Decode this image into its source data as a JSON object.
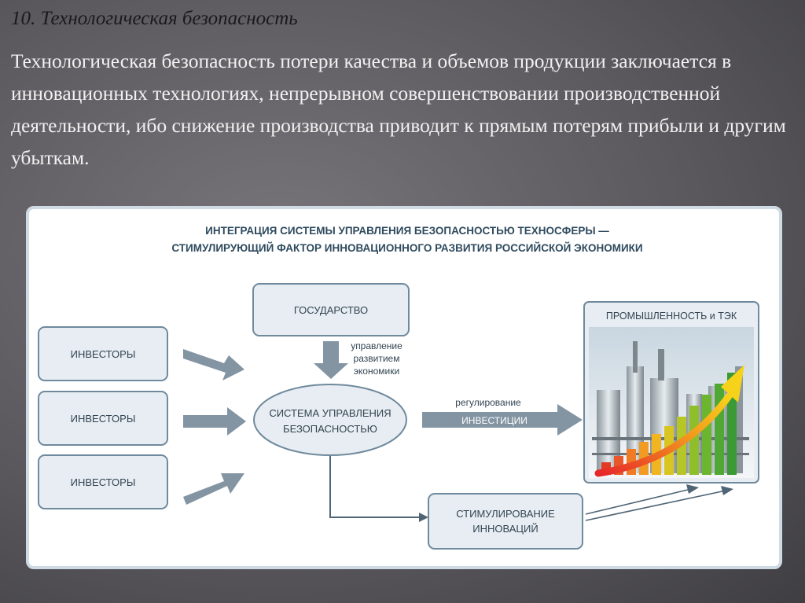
{
  "slide": {
    "title": "10. Технологическая безопасность",
    "body": "Технологическая безопасность потери качества и объемов продукции заключается в инновационных технологиях, непрерывном совершенствовании производственной деятельности, ибо снижение производства приводит к прямым потерям прибыли и другим убыткам."
  },
  "diagram": {
    "header_line1": "ИНТЕГРАЦИЯ СИСТЕМЫ УПРАВЛЕНИЯ БЕЗОПАСНОСТЬЮ  ТЕХНОСФЕРЫ —",
    "header_line2": "СТИМУЛИРУЮЩИЙ ФАКТОР ИННОВАЦИОННОГО РАЗВИТИЯ РОССИЙСКОЙ ЭКОНОМИКИ",
    "state": "ГОСУДАРСТВО",
    "investor_1": "ИНВЕСТОРЫ",
    "investor_2": "ИНВЕСТОРЫ",
    "investor_3": "ИНВЕСТОРЫ",
    "mgmt_line1": "управление",
    "mgmt_line2": "развитием",
    "mgmt_line3": "экономики",
    "system_line1": "СИСТЕМА УПРАВЛЕНИЯ",
    "system_line2": "БЕЗОПАСНОСТЬЮ",
    "regulation": "регулирование",
    "investments": "ИНВЕСТИЦИИ",
    "industry": "ПРОМЫШЛЕННОСТЬ и ТЭК",
    "stim_line1": "СТИМУЛИРОВАНИЕ",
    "stim_line2": "ИННОВАЦИЙ"
  },
  "colors": {
    "box_fill": "#e7edf2",
    "box_stroke": "#6f8a9d",
    "arrow": "#8394a3",
    "header_text": "#2e4a5e",
    "box_text": "#324452"
  }
}
